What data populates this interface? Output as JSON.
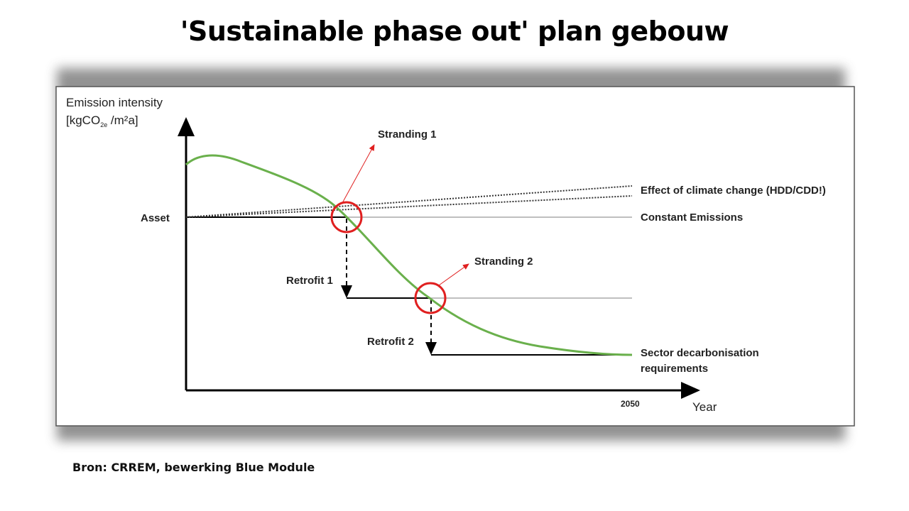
{
  "title": "'Sustainable phase out' plan gebouw",
  "source": "Bron: CRREM, bewerking Blue Module",
  "diagram": {
    "y_axis_label_line1": "Emission intensity",
    "y_axis_label_line2_prefix": "[kgCO",
    "y_axis_label_sub": "2e",
    "y_axis_label_line2_suffix": " /m²a]",
    "x_axis_label": "Year",
    "x_tick": "2050",
    "asset_label": "Asset",
    "stranding_1": "Stranding 1",
    "stranding_2": "Stranding 2",
    "retrofit_1": "Retrofit 1",
    "retrofit_2": "Retrofit 2",
    "legend_climate": "Effect of climate change (HDD/CDD!)",
    "legend_constant": "Constant Emissions",
    "legend_sector_line1": "Sector decarbonisation",
    "legend_sector_line2": "requirements",
    "colors": {
      "pathway": "#6ab04c",
      "stranding": "#e02020",
      "axis": "#000000"
    }
  }
}
